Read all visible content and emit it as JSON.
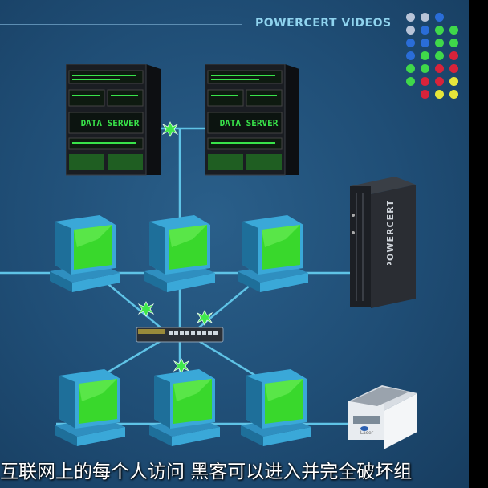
{
  "brand": {
    "text": "POWERCERT VIDEOS"
  },
  "servers": [
    {
      "label": "DATA SERVER"
    },
    {
      "label": "DATA SERVER"
    }
  ],
  "tower": {
    "label": "POWERCERT"
  },
  "printer": {
    "label": "Laser"
  },
  "subtitle": {
    "text": "互联网上的每个人访问 黑客可以进入并完全破坏组"
  },
  "colors": {
    "background": "#1f4d75",
    "cable": "#5fc3e6",
    "monitor_screen": "#39d82c",
    "server_text": "#39e34a",
    "junction": "#3fe84a"
  },
  "dot_grid": [
    [
      "#b8c4d8",
      "#b8c4d8",
      "#2a6dd8",
      ""
    ],
    [
      "#b8c4d8",
      "#2a6dd8",
      "#3fd84a",
      "#3fd84a"
    ],
    [
      "#2a6dd8",
      "#2a6dd8",
      "#3fd84a",
      "#3fd84a"
    ],
    [
      "#2a6dd8",
      "#3fd84a",
      "#3fd84a",
      "#d8233a"
    ],
    [
      "#3fd84a",
      "#3fd84a",
      "#d8233a",
      "#d8233a"
    ],
    [
      "#3fd84a",
      "#d8233a",
      "#d8233a",
      "#e6e63a"
    ],
    [
      "",
      "#d8233a",
      "#e6e63a",
      "#e6e63a"
    ]
  ]
}
